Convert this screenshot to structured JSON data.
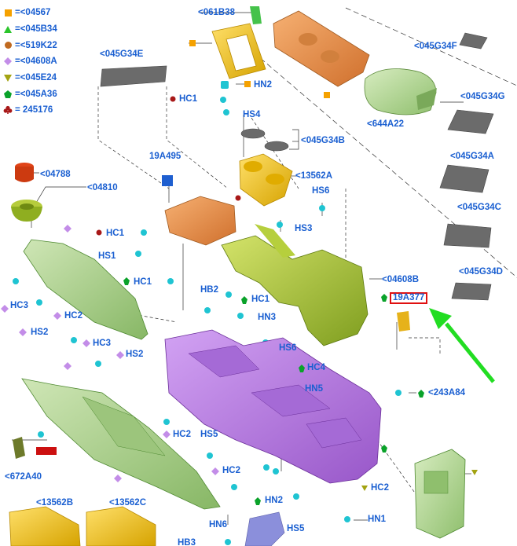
{
  "legend": [
    {
      "symbol": "orange-square",
      "text": "=<04567"
    },
    {
      "symbol": "green-triangle",
      "text": "=<045B34"
    },
    {
      "symbol": "brown-circle",
      "text": "=<519K22"
    },
    {
      "symbol": "purple-diamond",
      "text": "=<04608A"
    },
    {
      "symbol": "olive-triangle-down",
      "text": "=<045E24"
    },
    {
      "symbol": "green-pentagon",
      "text": "=<045A36"
    },
    {
      "symbol": "red-club",
      "text": "= 245176"
    }
  ],
  "labels": {
    "l061B38": "<061B38",
    "l045G34E": "<045G34E",
    "l045G34F": "<045G34F",
    "lHN2a": "HN2",
    "lHC1a": "HC1",
    "lHS4": "HS4",
    "l644A22": "<644A22",
    "l045G34G": "<045G34G",
    "l045G34B": "<045G34B",
    "l045G34A": "<045G34A",
    "l19A495": "19A495",
    "l04788": "<04788",
    "l04810": "<04810",
    "l13562A": "<13562A",
    "lHS6a": "HS6",
    "l045G34C": "<045G34C",
    "lHS3": "HS3",
    "lHC1b": "HC1",
    "lHS1": "HS1",
    "lHC1c": "HC1",
    "l04608B": "<04608B",
    "l045G34D": "<045G34D",
    "lHB2": "HB2",
    "lHC1d": "HC1",
    "lHC3a": "HC3",
    "lHS2a": "HS2",
    "lHC2a": "HC2",
    "lHN3": "HN3",
    "lHC3b": "HC3",
    "lHS2b": "HS2",
    "lHS6b": "HS6",
    "lHC4": "HC4",
    "lHN5": "HN5",
    "l243A84": "<243A84",
    "lHC2b": "HC2",
    "lHS5a": "HS5",
    "l672A40": "<672A40",
    "lHC2c": "HC2",
    "lHN2b": "HN2",
    "lHC2d": "HC2",
    "l13562B": "<13562B",
    "l13562C": "<13562C",
    "lHN6": "HN6",
    "lHS5b": "HS5",
    "lHN1": "HN1",
    "lHB3": "HB3"
  },
  "highlight_label": "19A377",
  "colors": {
    "label_blue": "#1a5fd1",
    "highlight_red": "#e01010",
    "arrow_green": "#22dd22",
    "frame_purple": "#b26fe0",
    "console_green": "#a8c83a",
    "trim_green": "#a9cf8a",
    "orange_part": "#e8944d",
    "yellow_part": "#f2c81a",
    "gray_mat": "#6e6e6e",
    "clip_cyan": "#25c9d6"
  }
}
